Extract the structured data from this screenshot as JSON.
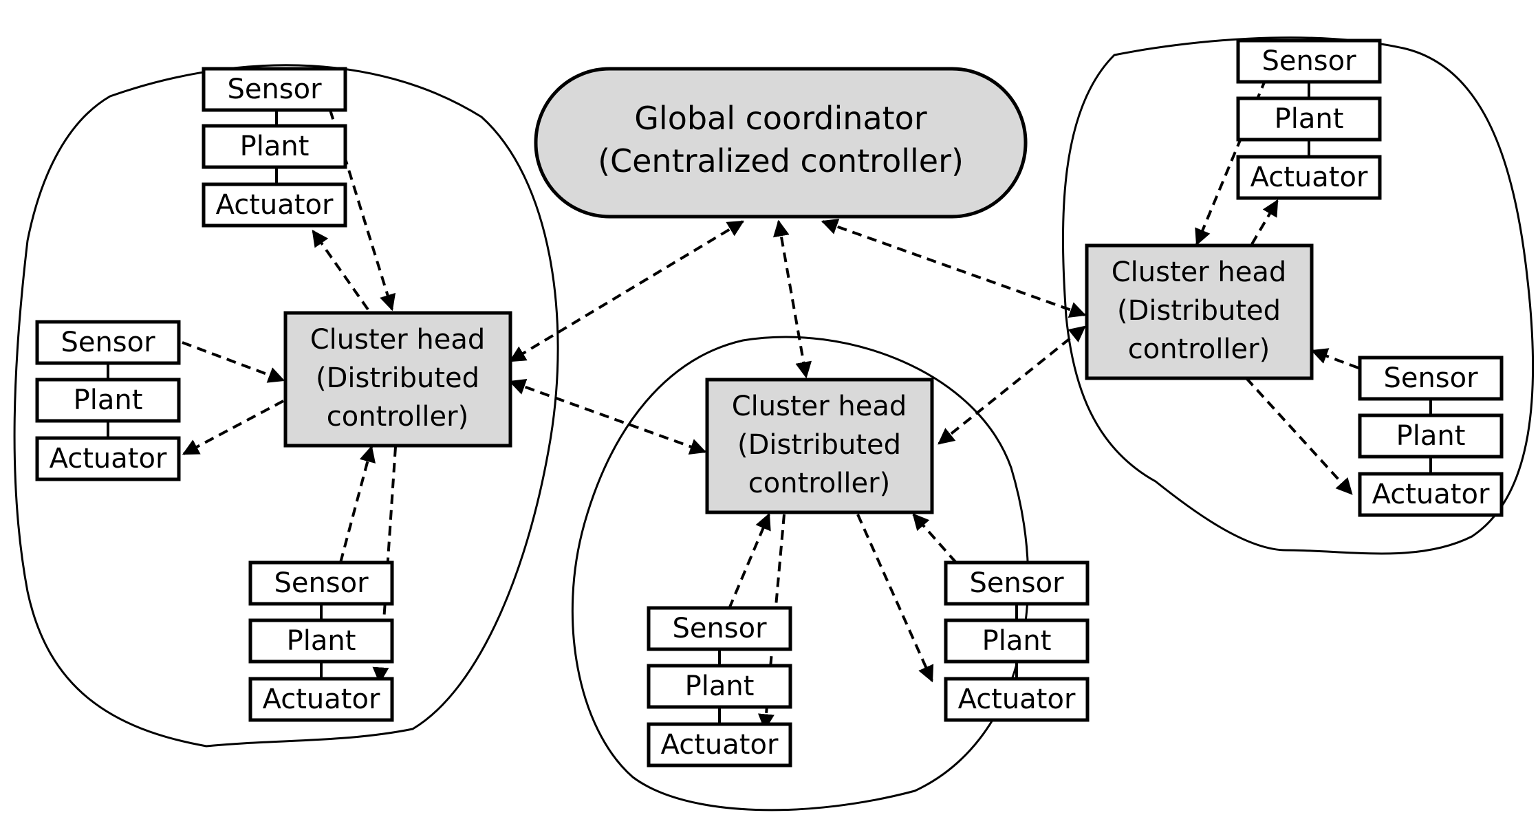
{
  "coordinator": {
    "line1": "Global coordinator",
    "line2": "(Centralized controller)"
  },
  "cluster_head": {
    "line1": "Cluster head",
    "line2": "(Distributed",
    "line3": "controller)"
  },
  "stack": {
    "sensor": "Sensor",
    "plant": "Plant",
    "actuator": "Actuator"
  },
  "colors": {
    "controller_fill": "#d9d9d9",
    "stroke": "#000000",
    "background": "#ffffff"
  }
}
